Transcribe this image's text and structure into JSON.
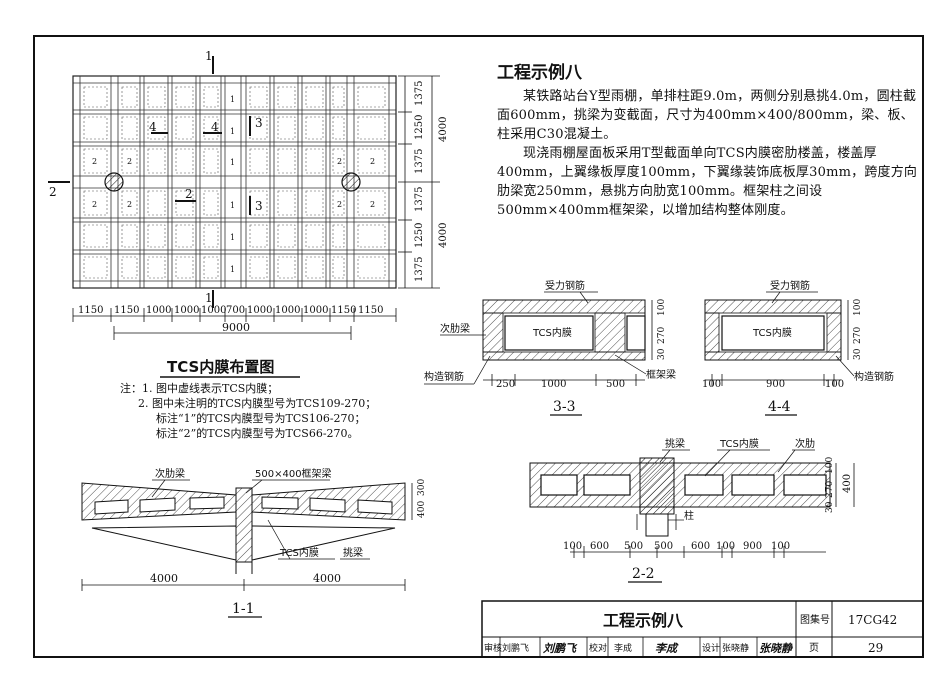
{
  "example_title": "工程示例八",
  "description": {
    "para1": "某铁路站台Y型雨棚，单排柱距9.0m，两侧分别悬挑4.0m，圆柱截面600mm，挑梁为变截面，尺寸为400mm×400/800mm，梁、板、柱采用C30混凝土。",
    "para2": "现浇雨棚屋面板采用T型截面单向TCS内膜密肋楼盖，楼盖厚400mm，上翼缘板厚度100mm，下翼缘装饰底板厚30mm，跨度方向肋梁宽250mm，悬挑方向肋宽100mm。框架柱之间设500mm×400mm框架梁，以增加结构整体刚度。"
  },
  "plan": {
    "title": "TCS内膜布置图",
    "section_marks": {
      "s1": "1",
      "s2": "2",
      "s3": "3",
      "s4": "4"
    },
    "cell_labels": {
      "one": "1",
      "two": "2"
    },
    "bottom_dims": [
      "1150",
      "1150",
      "1000",
      "1000",
      "1000",
      "700",
      "1000",
      "1000",
      "1000",
      "1150",
      "1150"
    ],
    "bottom_total": "9000",
    "right_dims_top": [
      "1375",
      "1250",
      "1375"
    ],
    "right_dims_bottom": [
      "1375",
      "1250",
      "1375"
    ],
    "right_total": "4000"
  },
  "notes": {
    "line1": "注：1. 图中虚线表示TCS内膜；",
    "line2": "2. 图中未注明的TCS内膜型号为TCS109-270；",
    "line3": "标注“1”的TCS内膜型号为TCS106-270；",
    "line4": "标注“2”的TCS内膜型号为TCS66-270。"
  },
  "section_33": {
    "title": "3-3",
    "rebar": "受力钢筋",
    "secondary_beam": "次肋梁",
    "membrane": "TCS内膜",
    "structural_rebar": "构造钢筋",
    "frame_beam": "框架梁",
    "dims_bottom": [
      "250",
      "1000",
      "500"
    ],
    "dims_right": [
      "100",
      "270",
      "30"
    ]
  },
  "section_44": {
    "title": "4-4",
    "rebar": "受力钢筋",
    "membrane": "TCS内膜",
    "structural_rebar": "构造钢筋",
    "dims_bottom": [
      "100",
      "900",
      "100"
    ],
    "dims_right": [
      "100",
      "270",
      "30"
    ]
  },
  "section_11": {
    "title": "1-1",
    "secondary_beam": "次肋梁",
    "frame_beam": "500×400框架梁",
    "membrane": "TCS内膜",
    "cantilever_beam": "挑梁",
    "dims_bottom": [
      "4000",
      "4000"
    ],
    "dims_right": [
      "400",
      "300"
    ]
  },
  "section_22": {
    "title": "2-2",
    "cantilever_beam": "挑梁",
    "membrane": "TCS内膜",
    "secondary_rib": "次肋",
    "column": "柱",
    "dims_bottom": [
      "100",
      "600",
      "500",
      "500",
      "600",
      "100",
      "900",
      "100"
    ],
    "dims_right": [
      "100",
      "270",
      "30"
    ],
    "dim_total": "400"
  },
  "title_block": {
    "title": "工程示例八",
    "atlas_label": "图集号",
    "atlas_no": "17CG42",
    "page_label": "页",
    "page_no": "29",
    "review_label": "审核",
    "review_name": "刘鹏飞",
    "review_sign": "刘鹏飞",
    "check_label": "校对",
    "check_name": "李成",
    "check_sign": "李成",
    "design_label": "设计",
    "design_name": "张晓静",
    "design_sign": "张晓静"
  }
}
